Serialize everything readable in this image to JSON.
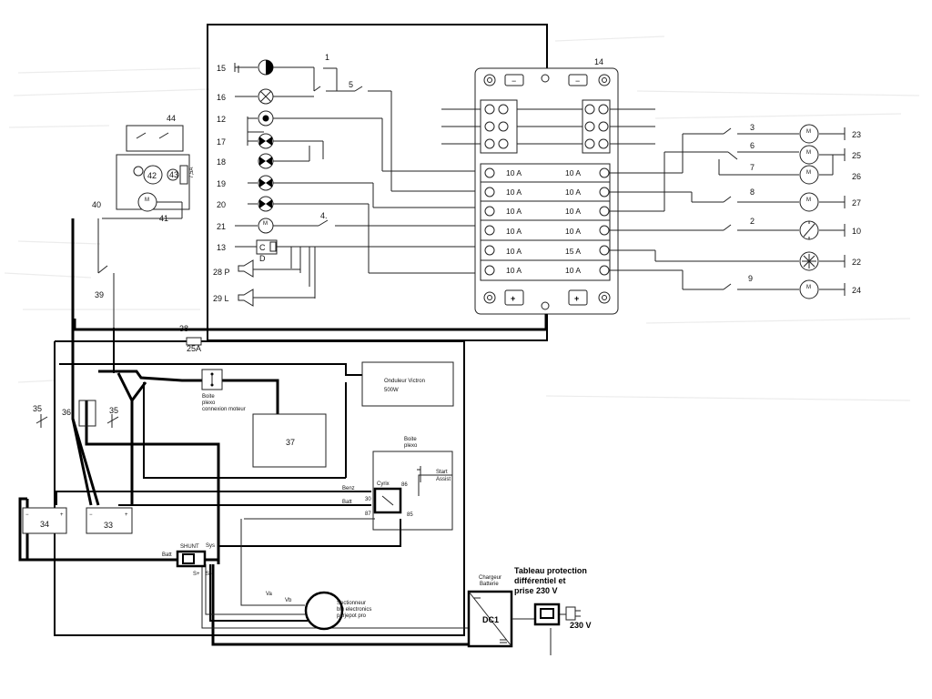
{
  "left_labels": [
    "15",
    "16",
    "12",
    "17",
    "18",
    "19",
    "20",
    "21",
    "13",
    "28 P",
    "29 L"
  ],
  "switch_labels": [
    "1",
    "5",
    "4."
  ],
  "relay_letters": {
    "c": "C",
    "d": "D"
  },
  "fuse_panel": {
    "number": "14",
    "minus": "−",
    "plus": "+",
    "fuses_left": [
      "10 A",
      "10 A",
      "10 A",
      "10 A",
      "10 A",
      "10 A"
    ],
    "fuses_right": [
      "10 A",
      "10 A",
      "10 A",
      "10 A",
      "15 A",
      "10 A"
    ]
  },
  "right_switch_labels": [
    "3",
    "6",
    "7",
    "8",
    "2",
    "9"
  ],
  "right_load_labels": [
    "23",
    "25",
    "26",
    "27",
    "10",
    "22",
    "24"
  ],
  "motor_letter": "M",
  "left_side": {
    "n44": "44",
    "n42": "42",
    "n43": "43",
    "fuse_75": "7,5A",
    "n40": "40",
    "n41": "41",
    "n39": "39",
    "n38": "38",
    "fuse_25": "25A",
    "n35a": "35",
    "n36": "36",
    "n35b": "35",
    "n34": "34",
    "n33": "33"
  },
  "blocks": {
    "inverter_line1": "Onduleur Victron",
    "inverter_line2": "500W",
    "box_motor_l1": "Boite",
    "box_motor_l2": "plexo",
    "box_motor_l3": "connexion moteur",
    "n37": "37",
    "box_relay_l1": "Boite",
    "box_relay_l2": "plexo",
    "start_l1": "Start",
    "start_l2": "Assist",
    "cyrix": "Cyrix",
    "r86": "86",
    "r30": "30",
    "r87": "87",
    "r85": "85",
    "benz": "Benz",
    "batt": "Batt",
    "shunt": "SHUNT",
    "shunt_batt": "Batt",
    "shunt_sys": "Sys",
    "shunt_sp": "S+",
    "shunt_sm": "S−",
    "shunt_minus": "−",
    "va": "Va",
    "vb": "Vb",
    "alt_l1": "Sectionneur",
    "alt_l2": "blu electronics",
    "alt_l3": "parjepot pro",
    "charger_l1": "Chargeur",
    "charger_l2": "Batterie",
    "charger_dc": "DC1",
    "panel_l1": "Tableau protection",
    "panel_l2": "différentiel et",
    "panel_l3": "prise 230 V",
    "v230": "230 V",
    "bat_plus": "+",
    "bat_minus": "−"
  }
}
